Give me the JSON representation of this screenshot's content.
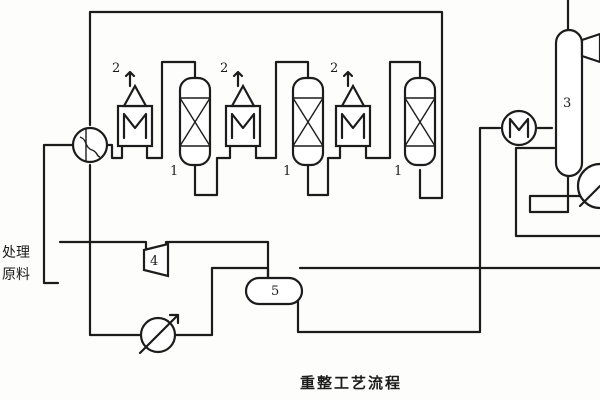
{
  "diagram": {
    "caption": "重整工艺流程",
    "feed_labels": [
      "处理",
      "原料"
    ],
    "number_labels": {
      "reactor": "1",
      "furnace_outlet": "2",
      "separator_column": "3",
      "compressor": "4",
      "gas_liquid_separator": "5"
    }
  }
}
